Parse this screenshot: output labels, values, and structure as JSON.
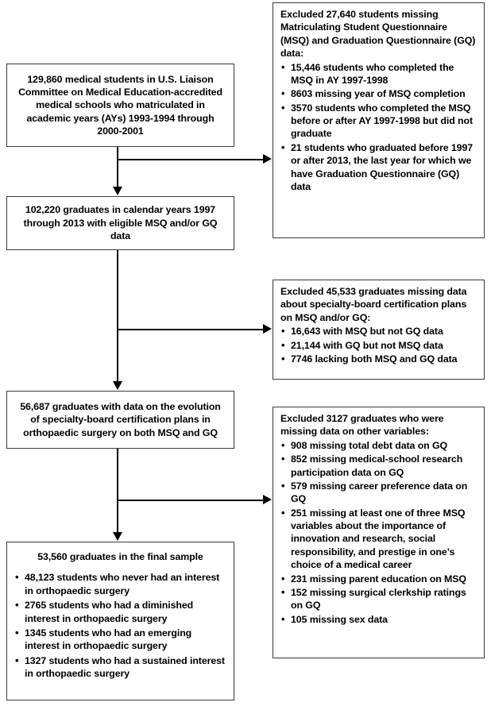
{
  "diagram": {
    "type": "flowchart",
    "title": "Study sample selection flow diagram",
    "nodes": {
      "cohort1": {
        "title": "129,860 medical students in U.S. Liaison Committee on Medical Education-accredited medical schools who matriculated in academic years (AYs) 1993-1994 through 2000-2001",
        "items": []
      },
      "excluded1": {
        "title": "Excluded 27,640 students missing Matriculating Student Questionnaire (MSQ) and Graduation Questionnaire (GQ) data:",
        "items": [
          "15,446 students who completed the MSQ in AY 1997-1998",
          "8603 missing year of MSQ completion",
          "3570 students who completed the MSQ before or after AY 1997-1998 but did not graduate",
          "21 students who graduated before 1997 or after 2013, the last year for which we have Graduation Questionnaire (GQ) data"
        ]
      },
      "cohort2": {
        "title": "102,220 graduates in calendar years 1997 through 2013 with eligible MSQ and/or GQ data",
        "items": []
      },
      "excluded2": {
        "title": "Excluded 45,533 graduates missing data about specialty-board certification plans on MSQ and/or GQ:",
        "items": [
          "16,643 with MSQ but not GQ data",
          "21,144 with GQ but not MSQ data",
          "7746 lacking both MSQ and GQ data"
        ]
      },
      "cohort3": {
        "title": "56,687 graduates with data on the evolution of specialty-board certification plans in orthopaedic surgery on both MSQ and GQ",
        "items": []
      },
      "excluded3": {
        "title": "Excluded 3127 graduates who were missing data on other variables:",
        "items": [
          "908 missing total debt data on GQ",
          "852 missing medical-school research participation data on GQ",
          "579 missing career preference data on GQ",
          "251 missing at least one of three MSQ variables about the importance of innovation and research, social responsibility, and prestige in one’s choice of a medical career",
          "231 missing parent education on MSQ",
          "152 missing surgical clerkship ratings on GQ",
          "105 missing sex data"
        ]
      },
      "final": {
        "title": "53,560 graduates in the final sample",
        "items": [
          "48,123 students who never had an interest in orthopaedic surgery",
          "2765 students who had a diminished interest in orthopaedic surgery",
          "1345 students who had an emerging interest in orthopaedic surgery",
          "1327 students who had a sustained interest in orthopaedic surgery"
        ]
      }
    },
    "connectors": [
      {
        "name": "cohort1-to-cohort2",
        "kind": "arrow-down"
      },
      {
        "name": "cohort1-to-excluded1",
        "kind": "arrow-right"
      },
      {
        "name": "cohort2-to-cohort3",
        "kind": "arrow-down"
      },
      {
        "name": "cohort2-to-excluded2",
        "kind": "arrow-right"
      },
      {
        "name": "cohort3-to-final",
        "kind": "arrow-down"
      },
      {
        "name": "cohort3-to-excluded3",
        "kind": "arrow-right"
      }
    ],
    "colors": {
      "border": "#3a3a3a",
      "line": "#000000",
      "background": "#ffffff",
      "text": "#000000"
    }
  }
}
